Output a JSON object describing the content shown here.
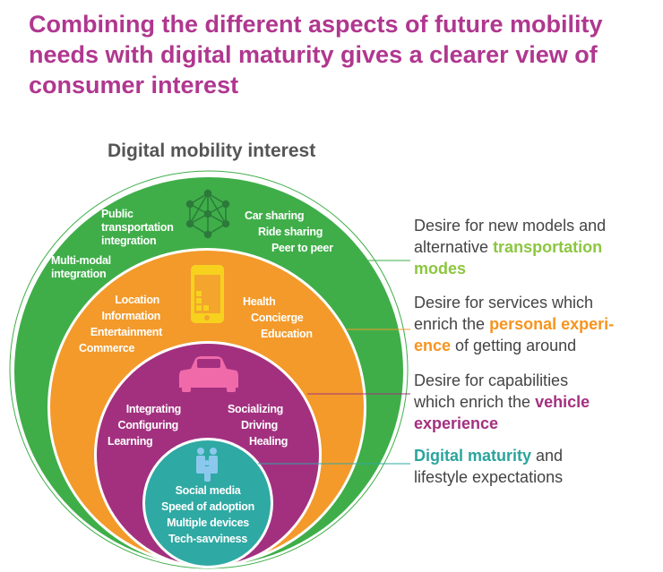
{
  "title": "Combining the different aspects of future mobility needs with digital maturity gives a clearer view of consumer interest",
  "subtitle": "Digital mobility interest",
  "colors": {
    "green": "#3fae49",
    "orange": "#f39a2b",
    "purple": "#a3307f",
    "teal": "#2fa9a3",
    "title": "#b0378f"
  },
  "rings": {
    "green": {
      "icon": "network-icon",
      "left": [
        "Public",
        "transportation",
        "integration"
      ],
      "left2": [
        "Multi-modal",
        "integration"
      ],
      "right": [
        "Car sharing",
        "Ride sharing",
        "Peer to peer"
      ]
    },
    "orange": {
      "icon": "smartphone-icon",
      "left": [
        "Location",
        "Information",
        "Entertainment",
        "Commerce"
      ],
      "right": [
        "Health",
        "Concierge",
        "Education"
      ]
    },
    "purple": {
      "icon": "car-icon",
      "left": [
        "Integrating",
        "Configuring",
        "Learning"
      ],
      "right": [
        "Socializing",
        "Driving",
        "Healing"
      ]
    },
    "teal": {
      "icon": "family-icon",
      "items": [
        "Social media",
        "Speed of adoption",
        "Multiple devices",
        "Tech-savviness"
      ]
    }
  },
  "descriptions": [
    {
      "pre": "Desire for new models and alternative ",
      "hl": "transportation modes",
      "post": ""
    },
    {
      "pre": "Desire for services which enrich the ",
      "hl": "personal experi-ence",
      "post": " of getting around"
    },
    {
      "pre": "Desire for capabilities which enrich the ",
      "hl": "vehicle experience",
      "post": ""
    },
    {
      "pre": "",
      "hl": "Digital maturity",
      "post": " and lifestyle expectations"
    }
  ]
}
